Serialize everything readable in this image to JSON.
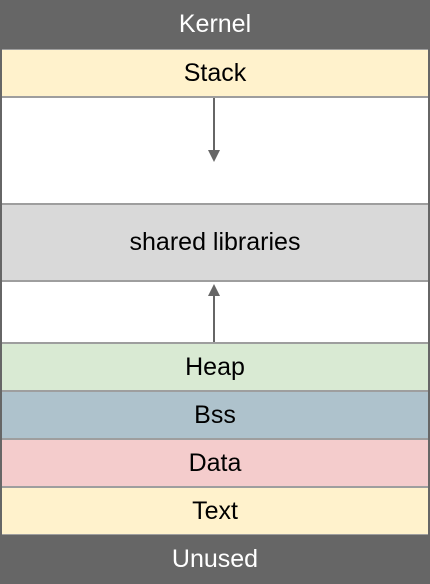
{
  "segments": {
    "kernel": {
      "label": "Kernel",
      "color": "#666666"
    },
    "stack": {
      "label": "Stack",
      "color": "#fff2cc"
    },
    "stack_gap": {
      "label": "",
      "color": "#ffffff"
    },
    "shared_libraries": {
      "label": "shared libraries",
      "color": "#d9d9d9"
    },
    "heap_gap": {
      "label": "",
      "color": "#ffffff"
    },
    "heap": {
      "label": "Heap",
      "color": "#d9ead3"
    },
    "bss": {
      "label": "Bss",
      "color": "#aec2cc"
    },
    "data": {
      "label": "Data",
      "color": "#f4cccc"
    },
    "text": {
      "label": "Text",
      "color": "#fff2cc"
    },
    "unused": {
      "label": "Unused",
      "color": "#666666"
    }
  },
  "arrows": {
    "stack_growth": "down",
    "heap_growth": "up"
  }
}
